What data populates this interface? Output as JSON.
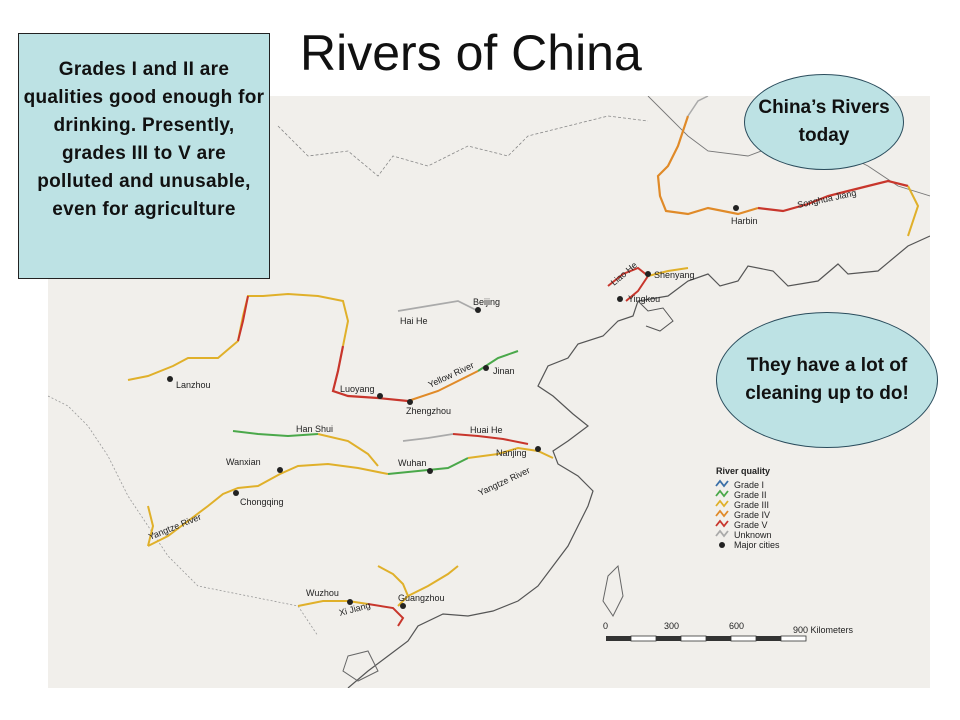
{
  "title": "Rivers of China",
  "note": "Grades I and II are qualities good enough for drinking. Presently, grades III to V are polluted and unusable, even for agriculture",
  "bubble_today": "China’s Rivers today",
  "bubble_cleaning": "They have a lot of cleaning up to do!",
  "map": {
    "cities": {
      "harbin": "Harbin",
      "shenyang": "Shenyang",
      "yingkou": "Yingkou",
      "beijing": "Beijing",
      "lanzhou": "Lanzhou",
      "luoyang": "Luoyang",
      "zhengzhou": "Zhengzhou",
      "jinan": "Jinan",
      "nanjing": "Nanjing",
      "wanxian": "Wanxian",
      "wuhan": "Wuhan",
      "chongqing": "Chongqing",
      "wuzhou": "Wuzhou",
      "guangzhou": "Guangzhou"
    },
    "rivers": {
      "songhua": "Songhua Jiang",
      "liao": "Liao He",
      "hai": "Hai He",
      "yellow": "Yellow River",
      "han": "Han Shui",
      "huai": "Huai He",
      "yangtze_east": "Yangtze River",
      "yangtze_west": "Yangtze River",
      "xi": "Xi Jiang"
    },
    "legend": {
      "title": "River quality",
      "grade1": "Grade I",
      "grade2": "Grade II",
      "grade3": "Grade III",
      "grade4": "Grade IV",
      "grade5": "Grade V",
      "unknown": "Unknown",
      "cities": "Major cities"
    },
    "scale": {
      "t0": "0",
      "t300": "300",
      "t600": "600",
      "t900": "900 Kilometers"
    },
    "colors": {
      "grade1": "#3a6fa8",
      "grade2": "#4aa84a",
      "grade3": "#e0b02a",
      "grade4": "#e08a28",
      "grade5": "#c8362c",
      "unknown": "#aaaaaa"
    }
  }
}
